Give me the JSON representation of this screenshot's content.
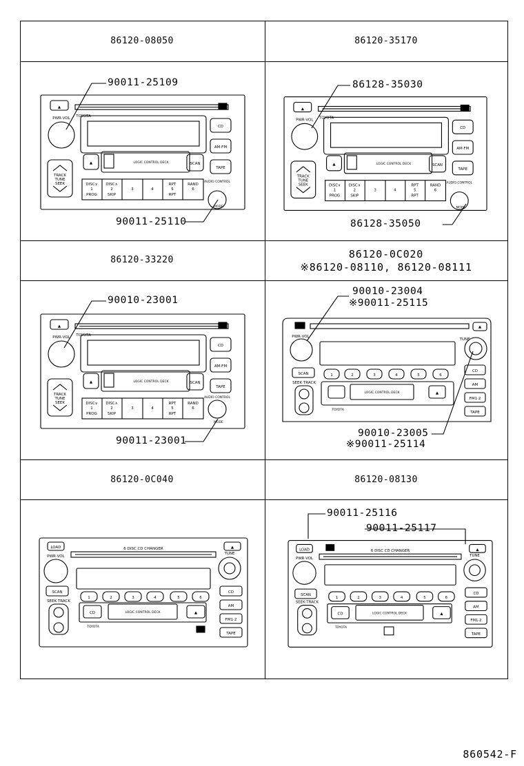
{
  "cells": [
    {
      "header": "86120-08050",
      "callouts": [
        "90011-25109",
        "90011-25110"
      ]
    },
    {
      "header": "86120-35170",
      "callouts": [
        "86128-35030",
        "86128-35050"
      ]
    },
    {
      "header": "86120-33220",
      "callouts": [
        "90010-23001",
        "90011-23001"
      ]
    },
    {
      "header_line1": "86120-0C020",
      "header_line2": "※86120-08110, 86120-08111",
      "callouts": [
        "90010-23004",
        "※90011-25115",
        "90010-23005",
        "※90011-25114"
      ]
    },
    {
      "header": "86120-0C040",
      "callouts": []
    },
    {
      "header": "86120-08130",
      "callouts": [
        "90011-25116",
        "90011-25117"
      ]
    }
  ],
  "radio_labels": {
    "eject": "▲",
    "pwr_vol": "PWR·VOL",
    "toyota": "TOYOTA",
    "cd": "CD",
    "am_fm": "AM·FM",
    "tape": "TAPE",
    "scan": "SCAN",
    "logic": "LOGIC CONTROL DECK",
    "track": "TRACK",
    "tune": "TUNE",
    "seek": "SEEK",
    "disc_down": "DISC∨",
    "disc_up": "DISC∧",
    "prog": "PROG",
    "skip": "SKIP",
    "rpt": "RPT",
    "rand": "RAND",
    "audio_control": "AUDIO CONTROL",
    "mode": "MODE",
    "seek_track": "SEEK·TRACK",
    "am": "AM",
    "fm12": "FM1·2",
    "load": "LOAD",
    "changer": "6 DISC CD CHANGER",
    "presets": [
      "1",
      "2",
      "3",
      "4",
      "5",
      "6"
    ]
  },
  "footer_code": "860542-F"
}
